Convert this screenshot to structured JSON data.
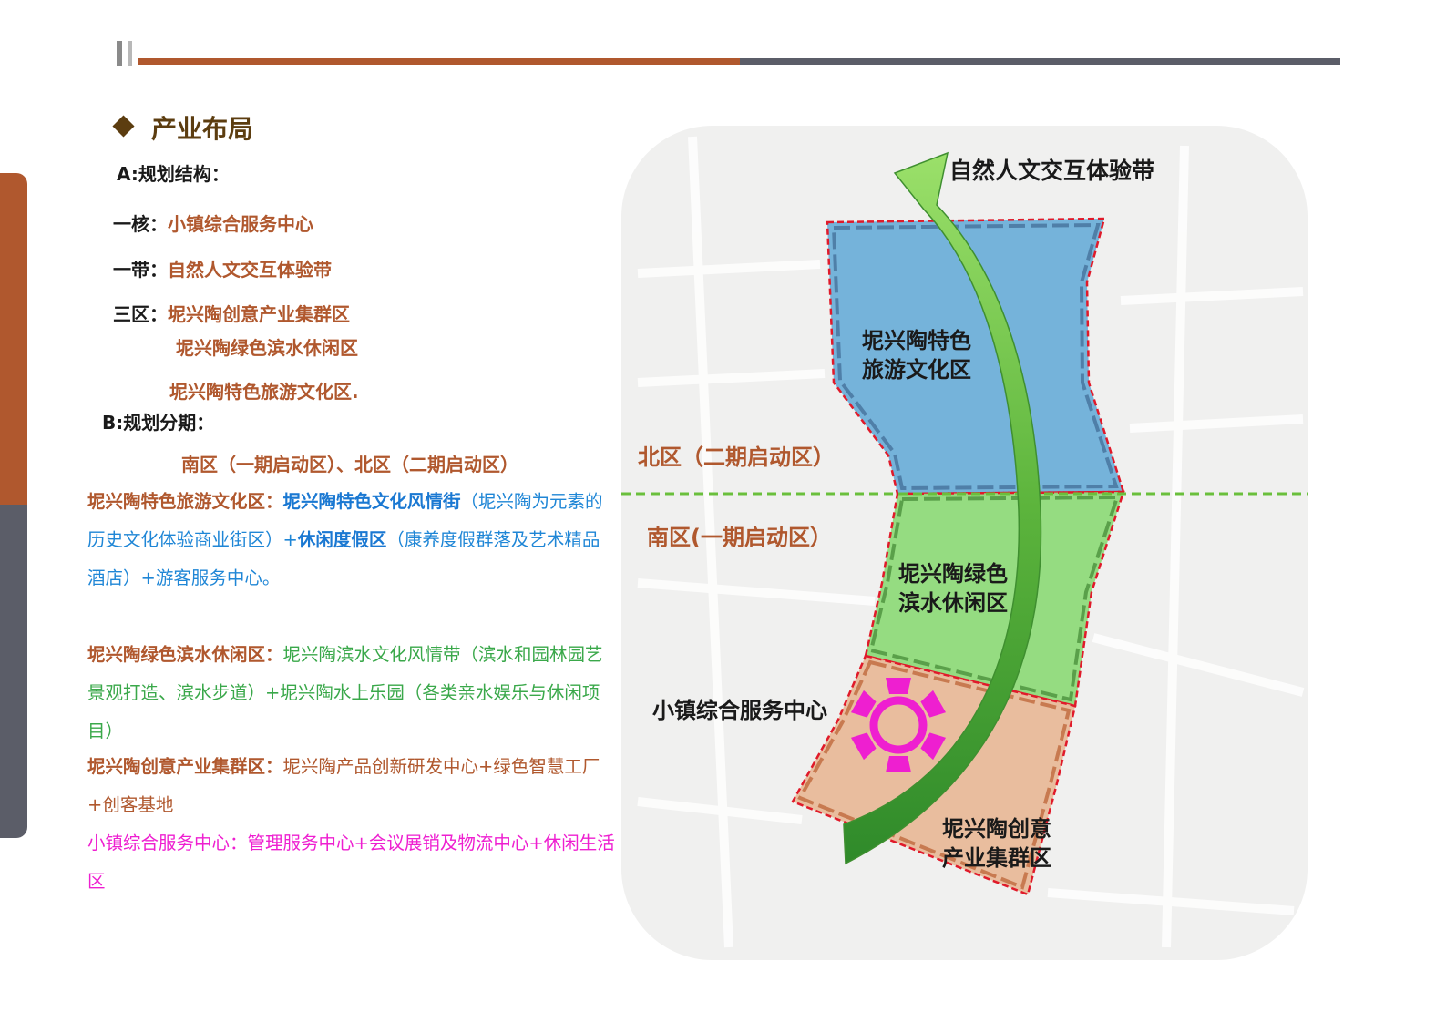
{
  "heading": {
    "title": "产业布局"
  },
  "structure": {
    "a_label": "A:规划结构：",
    "core_key": "一核：",
    "core_val": "小镇综合服务中心",
    "belt_key": "一带：",
    "belt_val": "自然人文交互体验带",
    "zones_key": "三区：",
    "zone1": "坭兴陶创意产业集群区",
    "zone2": "坭兴陶绿色滨水休闲区",
    "zone3": "坭兴陶特色旅游文化区."
  },
  "phases": {
    "b_label": "B:规划分期：",
    "text": "南区（一期启动区）、北区（二期启动区）"
  },
  "descriptions": {
    "tourism_title": "坭兴陶特色旅游文化区：",
    "tourism_bold1": "坭兴陶特色文化风情街",
    "tourism_text1": "（坭兴陶为元素的历史文化体验商业街区）+",
    "tourism_bold2": "休闲度假区",
    "tourism_text2": "（康养度假群落及艺术精品酒店）+游客服务中心。",
    "water_title": "坭兴陶绿色滨水休闲区：",
    "water_text": "坭兴陶滨水文化风情带（滨水和园林园艺景观打造、滨水步道）+坭兴陶水上乐园（各类亲水娱乐与休闲项目）",
    "creative_title": "坭兴陶创意产业集群区：",
    "creative_text": "坭兴陶产品创新研发中心+绿色智慧工厂+创客基地",
    "service_title": "小镇综合服务中心：",
    "service_text": "管理服务中心+会议展销及物流中心+休闲生活区"
  },
  "map": {
    "belt_label": "自然人文交互体验带",
    "north_label": "北区（二期启动区）",
    "south_label": "南区(一期启动区）",
    "zone_tourism_line1": "坭兴陶特色",
    "zone_tourism_line2": "旅游文化区",
    "zone_water_line1": "坭兴陶绿色",
    "zone_water_line2": "滨水休闲区",
    "service_center_label": "小镇综合服务中心",
    "zone_creative_line1": "坭兴陶创意",
    "zone_creative_line2": "产业集群区"
  },
  "colors": {
    "accent_brown": "#b0582e",
    "slate": "#5b5d68",
    "blue_zone": "#6aaed8",
    "green_zone": "#8fda7a",
    "orange_zone": "#e8b999",
    "service_magenta": "#ee1fd0"
  }
}
